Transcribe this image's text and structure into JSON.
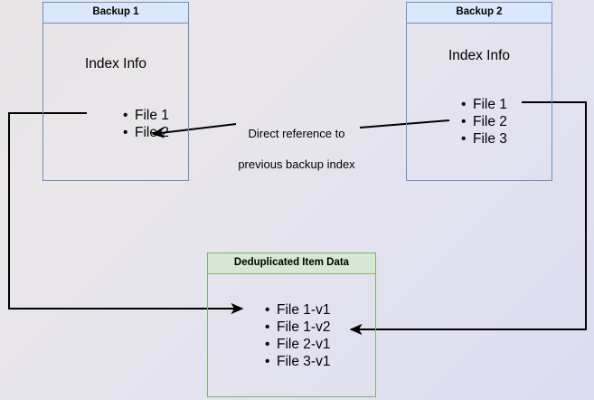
{
  "diagram": {
    "title_hidden": "",
    "colors": {
      "blue_border": "#6c8ebf",
      "blue_header_fill": "#dae8fc",
      "green_border": "#82b366",
      "green_header_fill": "#d5e8d4",
      "connector": "#000000",
      "background_start": "#e8e4e6",
      "background_end": "#dcdcf2"
    },
    "backup1": {
      "header": "Backup 1",
      "subtitle": "Index Info",
      "items": [
        {
          "label": "File 1"
        },
        {
          "label": "File 2"
        }
      ]
    },
    "backup2": {
      "header": "Backup 2",
      "subtitle": "Index Info",
      "items": [
        {
          "label": "File 1"
        },
        {
          "label": "File 2"
        },
        {
          "label": "File 3"
        }
      ]
    },
    "dedup": {
      "header": "Deduplicated Item Data",
      "items": [
        {
          "label": "File 1-v1"
        },
        {
          "label": "File 1-v2"
        },
        {
          "label": "File 2-v1"
        },
        {
          "label": "File 3-v1"
        }
      ]
    },
    "caption": {
      "line1": "Direct reference to",
      "line2": "previous backup index"
    }
  }
}
